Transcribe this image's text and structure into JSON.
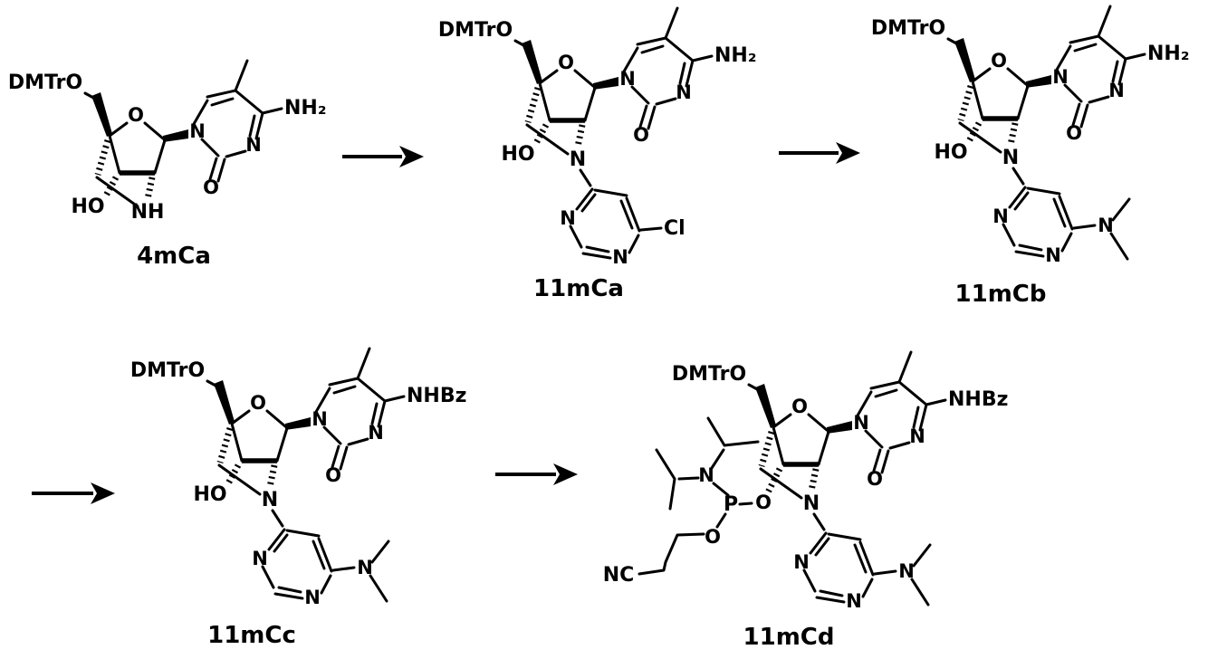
{
  "scheme": {
    "description": "Synthesis scheme of 2'-amino-LNA 5-methylcytidine phosphoramidite",
    "colors": {
      "ink": "#000000",
      "background": "#ffffff"
    },
    "compounds": [
      {
        "name": "4mCa",
        "atoms": {
          "dmtro": "DMTrO",
          "ring_o": "O",
          "base_n1": "N",
          "base_n3": "N",
          "carbonyl_o": "O",
          "amine": "NH₂",
          "hydroxyl": "HO",
          "bridge_n": "NH"
        }
      },
      {
        "name": "11mCa",
        "atoms": {
          "dmtro": "DMTrO",
          "ring_o": "O",
          "base_n1": "N",
          "base_n3": "N",
          "carbonyl_o": "O",
          "amine": "NH₂",
          "hydroxyl": "HO",
          "bridge_n": "N",
          "pyrimidine_n3": "N",
          "pyrimidine_n1": "N",
          "chloro": "Cl"
        }
      },
      {
        "name": "11mCb",
        "atoms": {
          "dmtro": "DMTrO",
          "ring_o": "O",
          "base_n1": "N",
          "base_n3": "N",
          "carbonyl_o": "O",
          "amine": "NH₂",
          "hydroxyl": "HO",
          "bridge_n": "N",
          "pyrimidine_n3": "N",
          "pyrimidine_n1": "N",
          "dimethylamino_n": "N"
        }
      },
      {
        "name": "11mCc",
        "atoms": {
          "dmtro": "DMTrO",
          "ring_o": "O",
          "base_n1": "N",
          "base_n3": "N",
          "carbonyl_o": "O",
          "amine": "NHBz",
          "hydroxyl": "HO",
          "bridge_n": "N",
          "pyrimidine_n3": "N",
          "pyrimidine_n1": "N",
          "dimethylamino_n": "N"
        }
      },
      {
        "name": "11mCd",
        "atoms": {
          "dmtro": "DMTrO",
          "ring_o": "O",
          "base_n1": "N",
          "base_n3": "N",
          "carbonyl_o": "O",
          "amine": "NHBz",
          "bridge_n": "N",
          "pyrimidine_n3": "N",
          "pyrimidine_n1": "N",
          "dimethylamino_n": "N",
          "o3_oxygen": "O",
          "phosphorus": "P",
          "amino_n": "N",
          "chain_oxygen": "O",
          "nitrile": "NC"
        }
      }
    ],
    "arrows": [
      {
        "direction": "right"
      },
      {
        "direction": "right"
      },
      {
        "direction": "right"
      },
      {
        "direction": "right"
      }
    ]
  }
}
